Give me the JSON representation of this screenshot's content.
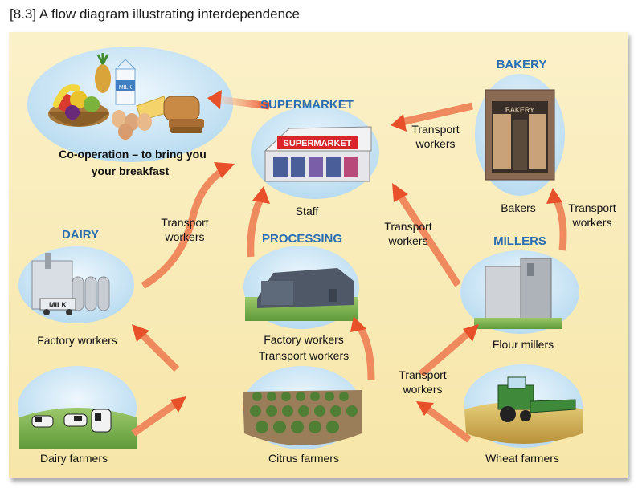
{
  "caption": "[8.3] A flow diagram illustrating interdependence",
  "headings": {
    "supermarket": "SUPERMARKET",
    "bakery": "BAKERY",
    "dairy": "DAIRY",
    "processing": "PROCESSING",
    "millers": "MILLERS"
  },
  "labels": {
    "coop_line1": "Co-operation – to bring you",
    "coop_line2": "your breakfast",
    "staff": "Staff",
    "bakers": "Bakers",
    "dairy_factory": "Factory workers",
    "processing_line1": "Factory workers",
    "processing_line2": "Transport workers",
    "flour_millers": "Flour millers",
    "dairy_farmers": "Dairy farmers",
    "citrus_farmers": "Citrus farmers",
    "wheat_farmers": "Wheat farmers",
    "transport_line1": "Transport",
    "transport_line2": "workers"
  },
  "signs": {
    "supermarket_sign": "SUPERMARKET",
    "bakery_sign": "BAKERY",
    "milk_carton": "MILK",
    "milk_truck": "MILK"
  },
  "colors": {
    "heading_blue": "#2a6db3",
    "arrow": "#e8603a",
    "panel_bg": "#fbf1c9",
    "ellipse_sky": "#cfe6f5"
  }
}
